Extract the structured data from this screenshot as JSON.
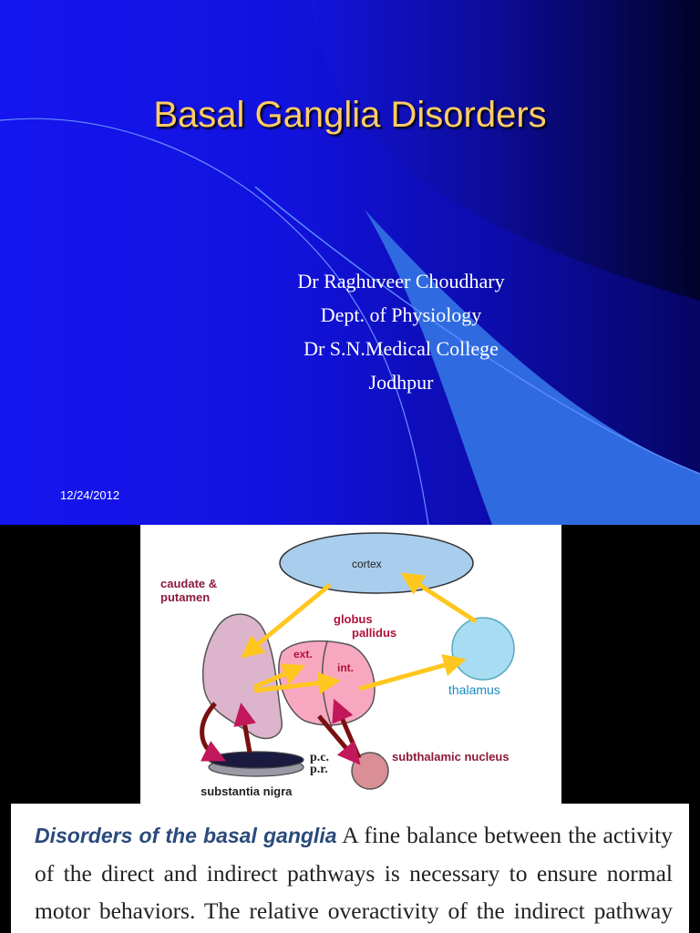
{
  "slide": {
    "title": "Basal Ganglia Disorders",
    "author_lines": [
      "Dr Raghuveer Choudhary",
      "Dept. of Physiology",
      "Dr S.N.Medical College",
      "Jodhpur"
    ],
    "date": "12/24/2012"
  },
  "figure": {
    "labels": {
      "cortex": "cortex",
      "caudate_1": "caudate &",
      "caudate_2": "putamen",
      "globus_1": "globus",
      "globus_2": "pallidus",
      "ext": "ext.",
      "int": "int.",
      "thalamus": "thalamus",
      "subthalamic": "subthalamic nucleus",
      "pc": "p.c.",
      "pr": "p.r.",
      "nigra": "substantia nigra"
    },
    "colors": {
      "excitatory": "#ffc71f",
      "inhibitory": "#7a1010"
    }
  },
  "text": {
    "lead": "Disorders of the basal ganglia",
    "body": "A fine balance between the activity of the direct and indirect pathways is necessary to ensure normal motor behaviors. The relative overactivity of the indirect pathway will result in paucity of movement (bradykinesia)"
  }
}
